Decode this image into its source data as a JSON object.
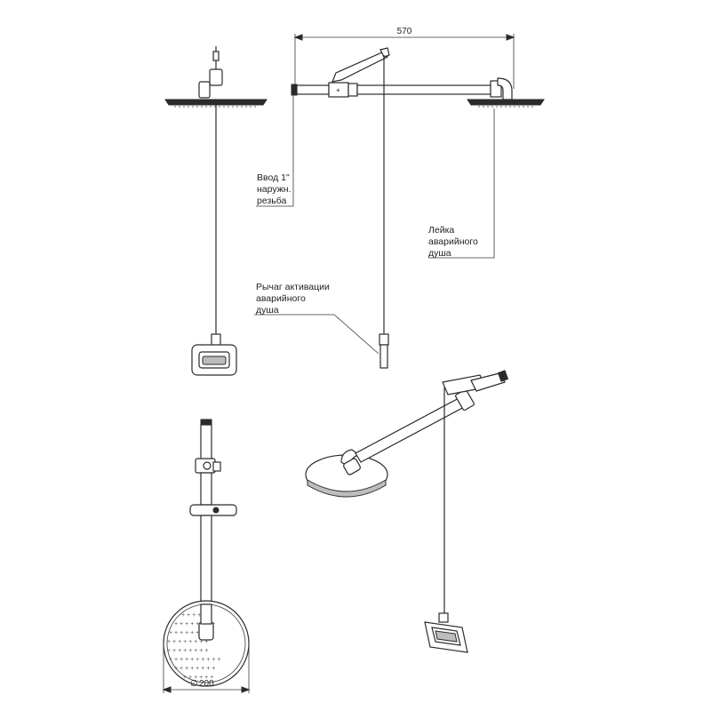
{
  "dimensions": {
    "width_label": "570",
    "diameter_label": "200",
    "diameter_symbol": "∅"
  },
  "callouts": {
    "inlet": [
      "Ввод 1\"",
      "наружн.",
      "резьба"
    ],
    "showerhead": [
      "Лейка",
      "аварийного",
      "душа"
    ],
    "lever": [
      "Рычаг активации",
      "аварийного",
      "душа"
    ]
  }
}
